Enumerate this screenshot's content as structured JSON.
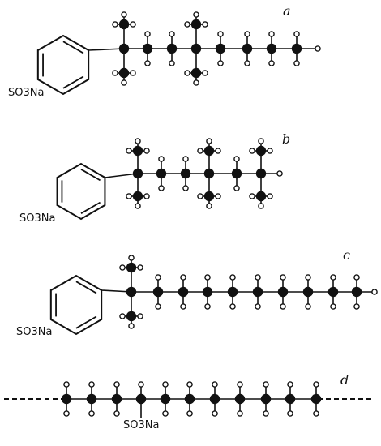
{
  "panels": [
    {
      "label": "a",
      "substituent": "SO3Na"
    },
    {
      "label": "b",
      "substituent": "SO3Na"
    },
    {
      "label": "c",
      "substituent": "SO3Na"
    },
    {
      "label": "d",
      "substituent": "SO3Na"
    }
  ],
  "colors": {
    "ink": "#111111",
    "paper": "#ffffff"
  }
}
